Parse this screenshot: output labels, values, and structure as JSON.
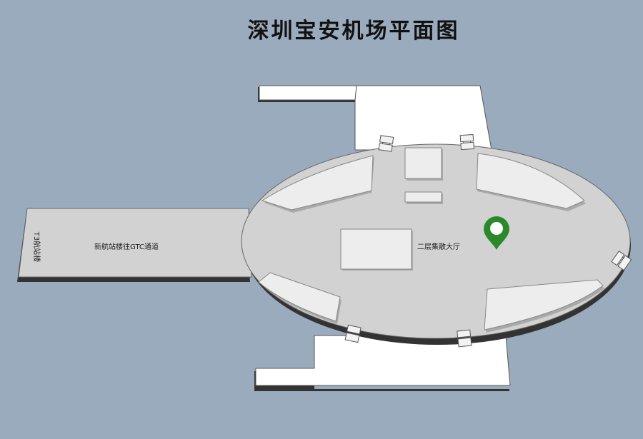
{
  "title": "深圳宝安机场平面图",
  "labels": {
    "t3_station": "T3航站楼",
    "corridor": "新航站楼往GTC通道",
    "hall": "二层集散大厅"
  },
  "colors": {
    "background": "#9aabbd",
    "floor": "#d2d2d2",
    "structure": "#ffffff",
    "island": "#ededed",
    "outline": "#333333",
    "marker": "#2a8a2a"
  },
  "marker": {
    "icon": "location-pin-icon"
  }
}
